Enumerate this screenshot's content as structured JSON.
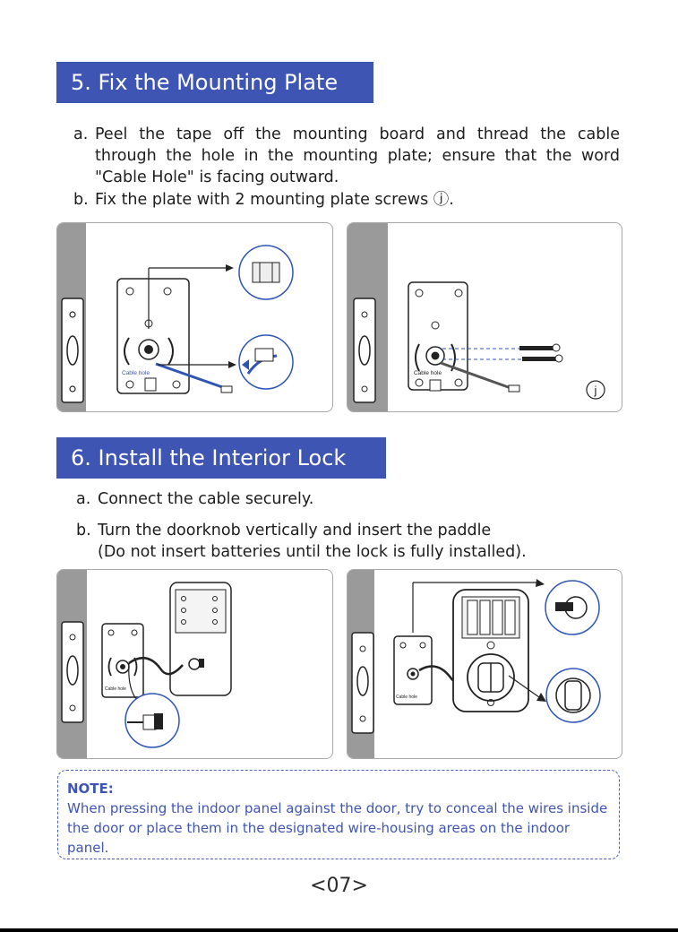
{
  "section5": {
    "title": "5. Fix the Mounting Plate",
    "step_a_letter": "a.",
    "step_a_text": "Peel the tape off the mounting board and thread the cable through the hole in the mounting plate; ensure that the word \"Cable Hole\" is facing outward.",
    "step_b_letter": "b.",
    "step_b_text": "Fix the plate with 2 mounting plate screws",
    "step_b_marker": "ⓙ",
    "step_b_end": ".",
    "figure_label_cable_hole": "Cable hole",
    "figure_marker": "j"
  },
  "section6": {
    "title": "6. Install the Interior Lock",
    "step_a_letter": "a.",
    "step_a_text": "Connect the cable securely.",
    "step_b_letter": "b.",
    "step_b_line1": "Turn the doorknob vertically and insert the paddle",
    "step_b_line2": "(Do not insert batteries until the lock is fully installed).",
    "figure_label_cable_hole": "Cable hole"
  },
  "note": {
    "label": "NOTE:",
    "text": "When pressing the indoor panel against the door, try to conceal the wires inside the door or place them in the designated wire-housing areas on the indoor panel."
  },
  "footer": {
    "page_number": "<07>"
  },
  "colors": {
    "accent": "#3f55b3",
    "cable": "#2f55b5",
    "door_edge": "#9a9a9a"
  }
}
